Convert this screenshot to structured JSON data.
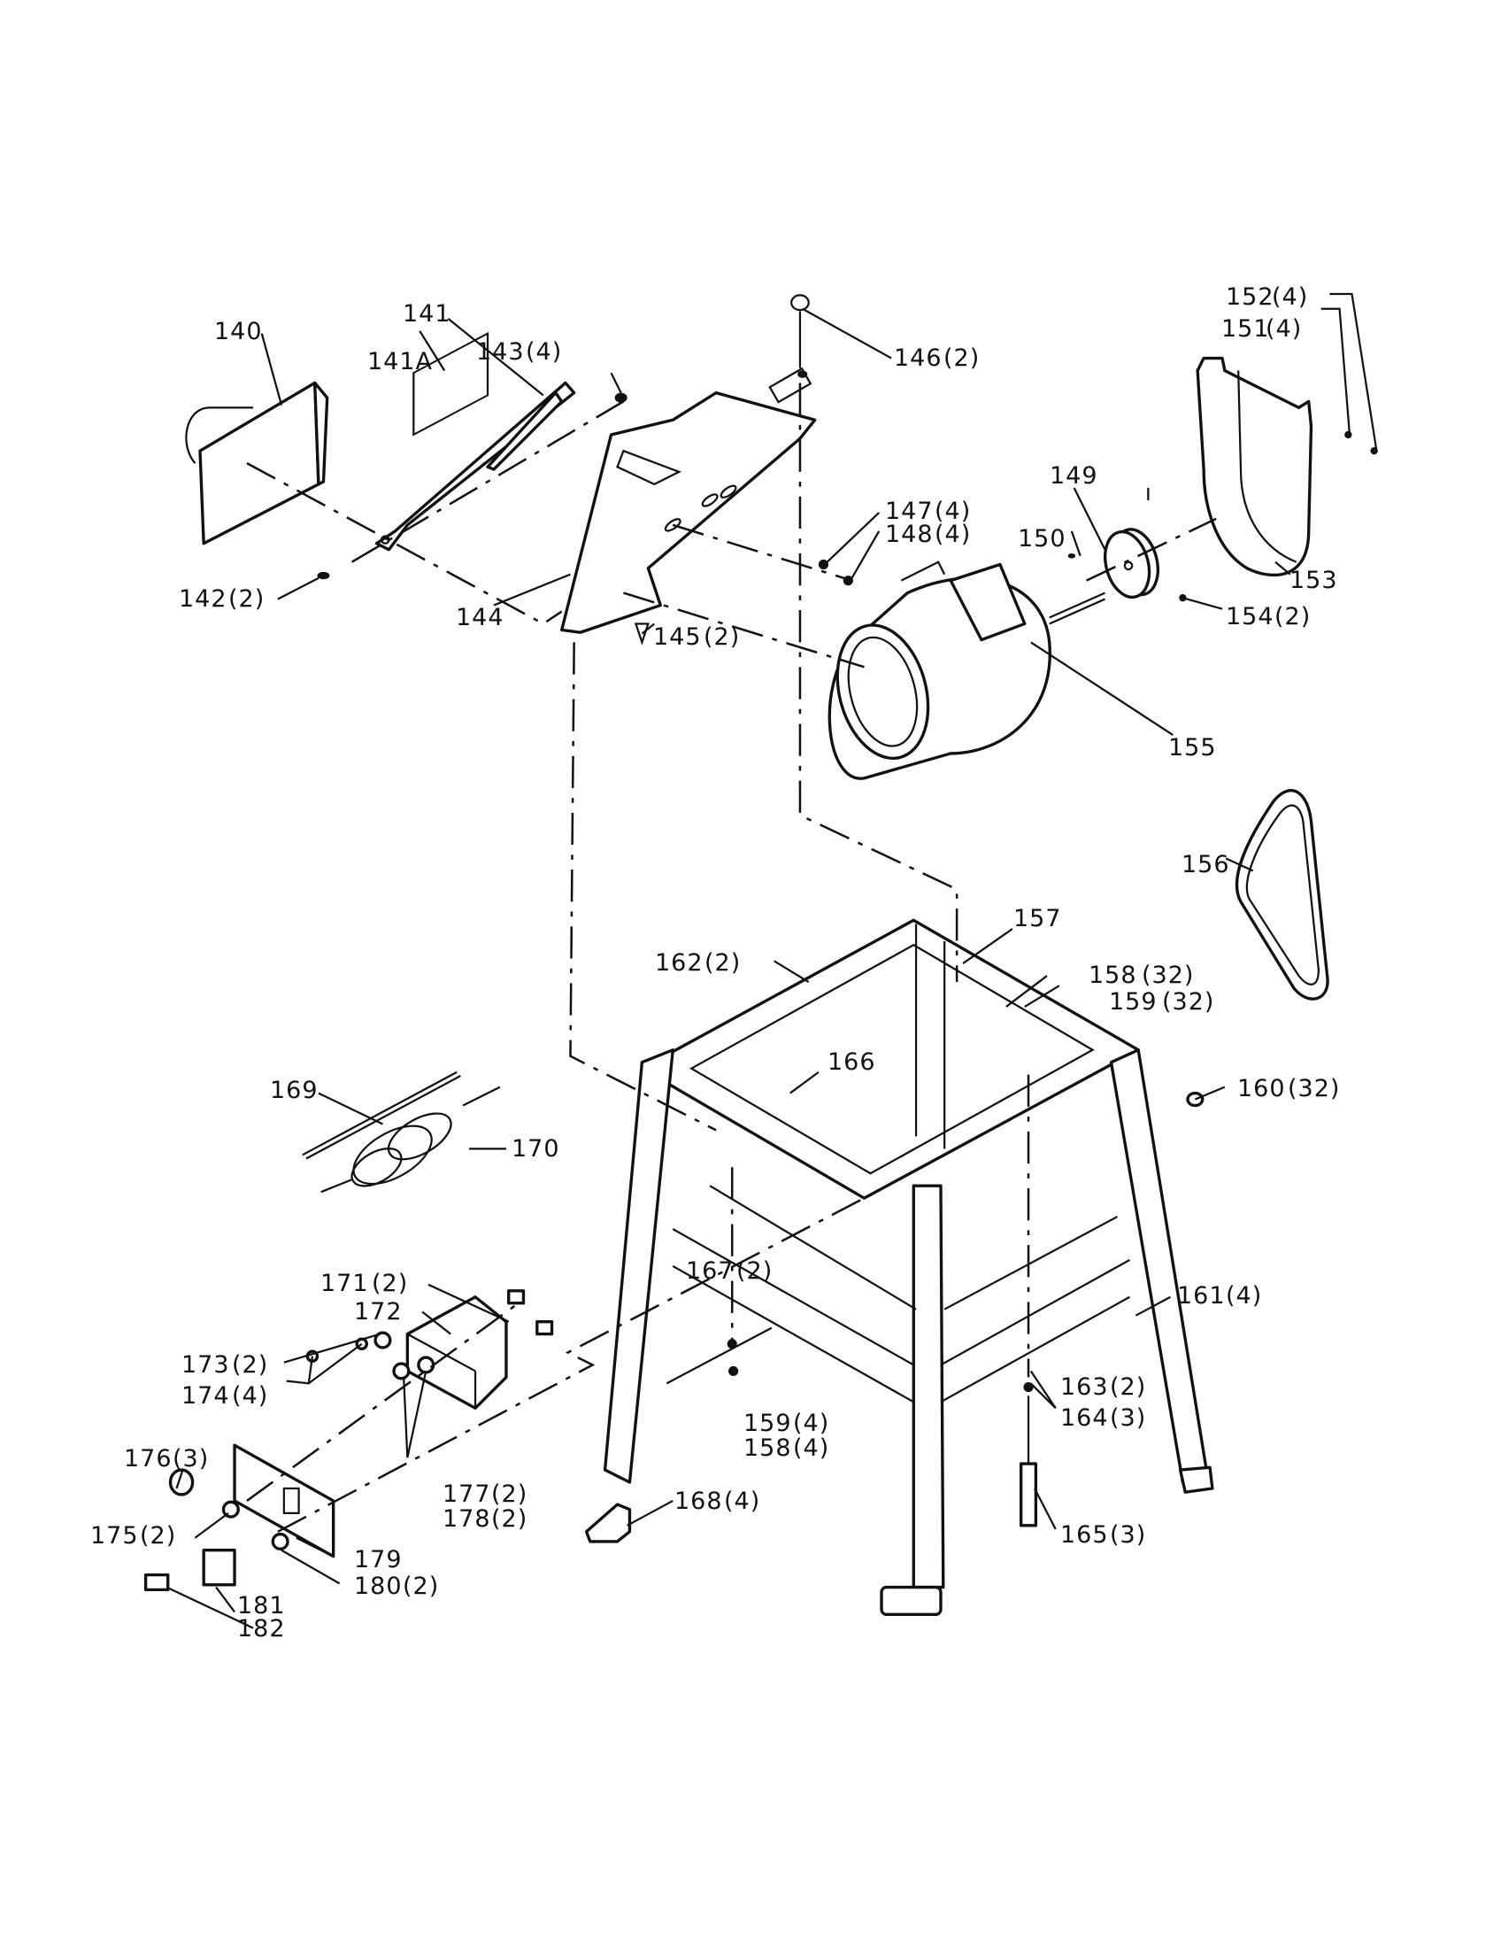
{
  "diagram": {
    "title": "Exploded parts view — motor, belt guard and stand assembly",
    "ink_color": "#111111",
    "background_color": "#ffffff",
    "callouts": [
      {
        "part": "140",
        "qty": ""
      },
      {
        "part": "141",
        "qty": ""
      },
      {
        "part": "141A",
        "qty": ""
      },
      {
        "part": "142",
        "qty": "(2)"
      },
      {
        "part": "143",
        "qty": "(4)"
      },
      {
        "part": "144",
        "qty": ""
      },
      {
        "part": "145",
        "qty": "(2)"
      },
      {
        "part": "146",
        "qty": "(2)"
      },
      {
        "part": "147",
        "qty": "(4)"
      },
      {
        "part": "148",
        "qty": "(4)"
      },
      {
        "part": "149",
        "qty": ""
      },
      {
        "part": "150",
        "qty": ""
      },
      {
        "part": "151",
        "qty": "(4)"
      },
      {
        "part": "152",
        "qty": "(4)"
      },
      {
        "part": "153",
        "qty": ""
      },
      {
        "part": "154",
        "qty": "(2)"
      },
      {
        "part": "155",
        "qty": ""
      },
      {
        "part": "156",
        "qty": ""
      },
      {
        "part": "157",
        "qty": ""
      },
      {
        "part": "158",
        "qty": "(32)"
      },
      {
        "part": "159",
        "qty": "(32)"
      },
      {
        "part": "160",
        "qty": "(32)"
      },
      {
        "part": "161",
        "qty": "(4)"
      },
      {
        "part": "162",
        "qty": "(2)"
      },
      {
        "part": "163",
        "qty": "(2)"
      },
      {
        "part": "164",
        "qty": "(3)"
      },
      {
        "part": "165",
        "qty": "(3)"
      },
      {
        "part": "166",
        "qty": ""
      },
      {
        "part": "167",
        "qty": "(2)"
      },
      {
        "part": "168",
        "qty": "(4)"
      },
      {
        "part": "169",
        "qty": ""
      },
      {
        "part": "170",
        "qty": ""
      },
      {
        "part": "171",
        "qty": "(2)"
      },
      {
        "part": "172",
        "qty": ""
      },
      {
        "part": "173",
        "qty": "(2)"
      },
      {
        "part": "174",
        "qty": "(4)"
      },
      {
        "part": "175",
        "qty": "(2)"
      },
      {
        "part": "176",
        "qty": "(3)"
      },
      {
        "part": "177",
        "qty": "(2)"
      },
      {
        "part": "178",
        "qty": "(2)"
      },
      {
        "part": "179",
        "qty": ""
      },
      {
        "part": "180",
        "qty": "(2)"
      },
      {
        "part": "181",
        "qty": ""
      },
      {
        "part": "182",
        "qty": ""
      },
      {
        "part": "159",
        "qty": "(4)"
      },
      {
        "part": "158",
        "qty": "(4)"
      }
    ]
  }
}
